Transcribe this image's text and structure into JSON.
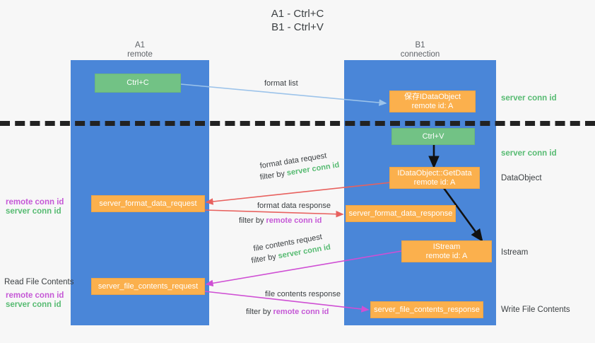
{
  "title": {
    "line1": "A1 - Ctrl+C",
    "line2": "B1 - Ctrl+V"
  },
  "columns": [
    {
      "name": "A1",
      "sub": "remote"
    },
    {
      "name": "B1",
      "sub": "connection"
    }
  ],
  "nodes": {
    "ctrl_c": {
      "label": "Ctrl+C"
    },
    "ctrl_v": {
      "label": "Ctrl+V"
    },
    "save_dataobject": {
      "line1": "保存IDataObject",
      "line2": "remote id: A"
    },
    "getdata": {
      "line1": "IDataObject::GetData",
      "line2": "remote id: A"
    },
    "istream": {
      "line1": "IStream",
      "line2": "remote id: A"
    },
    "format_data_request": {
      "label": "server_format_data_request"
    },
    "format_data_response": {
      "label": "server_format_data_response"
    },
    "file_contents_request": {
      "label": "server_file_contents_request"
    },
    "file_contents_response": {
      "label": "server_file_contents_response"
    }
  },
  "edge_labels": {
    "format_list": "format list",
    "format_data_request": "format data request",
    "format_data_request_filter_prefix": "filter by ",
    "format_data_request_filter_key": "server conn id",
    "format_data_response": "format data response",
    "format_data_response_filter_prefix": "filter by ",
    "format_data_response_filter_key": "remote conn id",
    "file_contents_request": "file contents request",
    "file_contents_request_filter_prefix": "filter by ",
    "file_contents_request_filter_key": "server conn id",
    "file_contents_response": "file contents response",
    "file_contents_response_filter_prefix": "filter by ",
    "file_contents_response_filter_key": "remote conn id"
  },
  "right_labels": {
    "server_conn_id_top": "server conn id",
    "server_conn_id_mid": "server conn id",
    "dataobject": "DataObject",
    "istream": "Istream",
    "write_file_contents": "Write File Contents"
  },
  "left_labels": {
    "remote_conn_id_upper": "remote conn id",
    "server_conn_id_upper": "server conn id",
    "read_file_contents": "Read File Contents",
    "remote_conn_id_lower": "remote conn id",
    "server_conn_id_lower": "server conn id"
  },
  "colors": {
    "lane": "#4a86d8",
    "green_node": "#72c285",
    "orange_node": "#fbb04d",
    "green_text": "#57bb72",
    "purple_text": "#c558d6",
    "arrow_blue": "#9cc3ea",
    "arrow_red": "#e8615e",
    "arrow_magenta": "#cf4fd4",
    "arrow_black": "#111111",
    "divider": "#222222"
  }
}
